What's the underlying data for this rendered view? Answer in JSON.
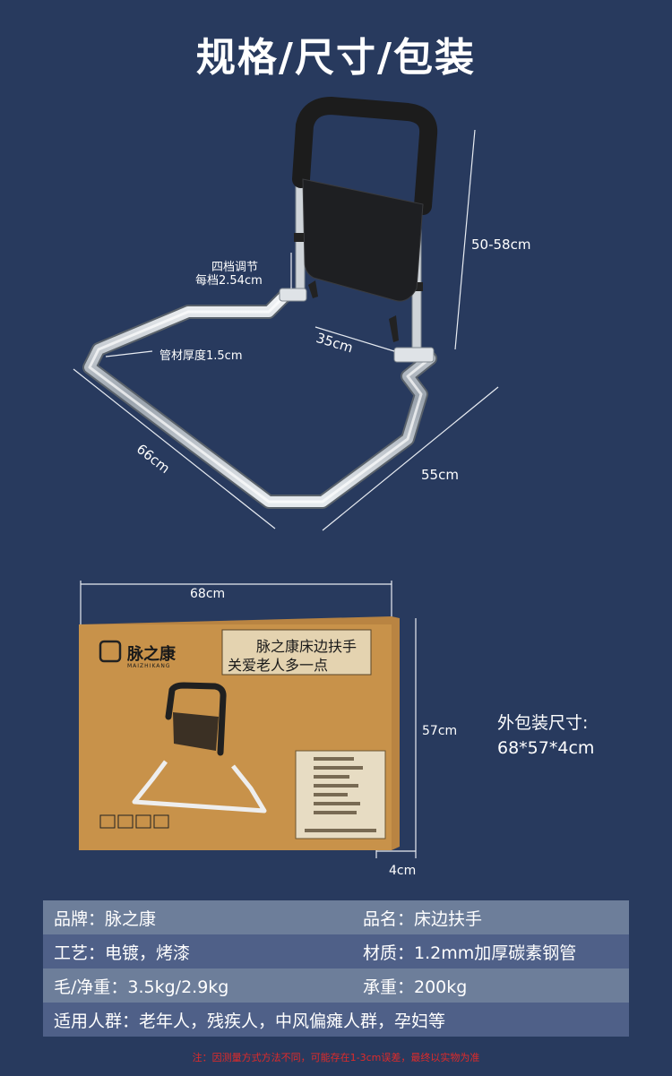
{
  "title": "规格/尺寸/包装",
  "product": {
    "height_label": "50-58cm",
    "adjust_line1": "四档调节",
    "adjust_line2": "每档2.54cm",
    "tube_label": "管材厚度1.5cm",
    "width_label": "35cm",
    "length_label": "66cm",
    "depth_label": "55cm"
  },
  "package": {
    "width_label": "68cm",
    "height_label": "57cm",
    "depth_label": "4cm",
    "brand_name": "脉之康",
    "brand_pinyin": "MAIZHIKANG",
    "slogan_line1": "脉之康床边扶手",
    "slogan_line2": "关爱老人多一点",
    "size_title": "外包装尺寸:",
    "size_value": "68*57*4cm"
  },
  "specs": [
    {
      "left": "品牌：脉之康",
      "right": "品名：床边扶手"
    },
    {
      "left": "工艺：电镀，烤漆",
      "right": "材质：1.2mm加厚碳素钢管"
    },
    {
      "left": "毛/净重：3.5kg/2.9kg",
      "right": "承重：200kg"
    },
    {
      "full": "适用人群：老年人，残疾人，中风偏瘫人群，孕妇等"
    }
  ],
  "note": "注：因测量方式方法不同，可能存在1-3cm误差，最终以实物为准",
  "colors": {
    "background": "#283a5e",
    "row_light": "#6d7e9a",
    "row_dark": "#4f6088",
    "box": "#c8924a",
    "note": "#e02a2a"
  }
}
